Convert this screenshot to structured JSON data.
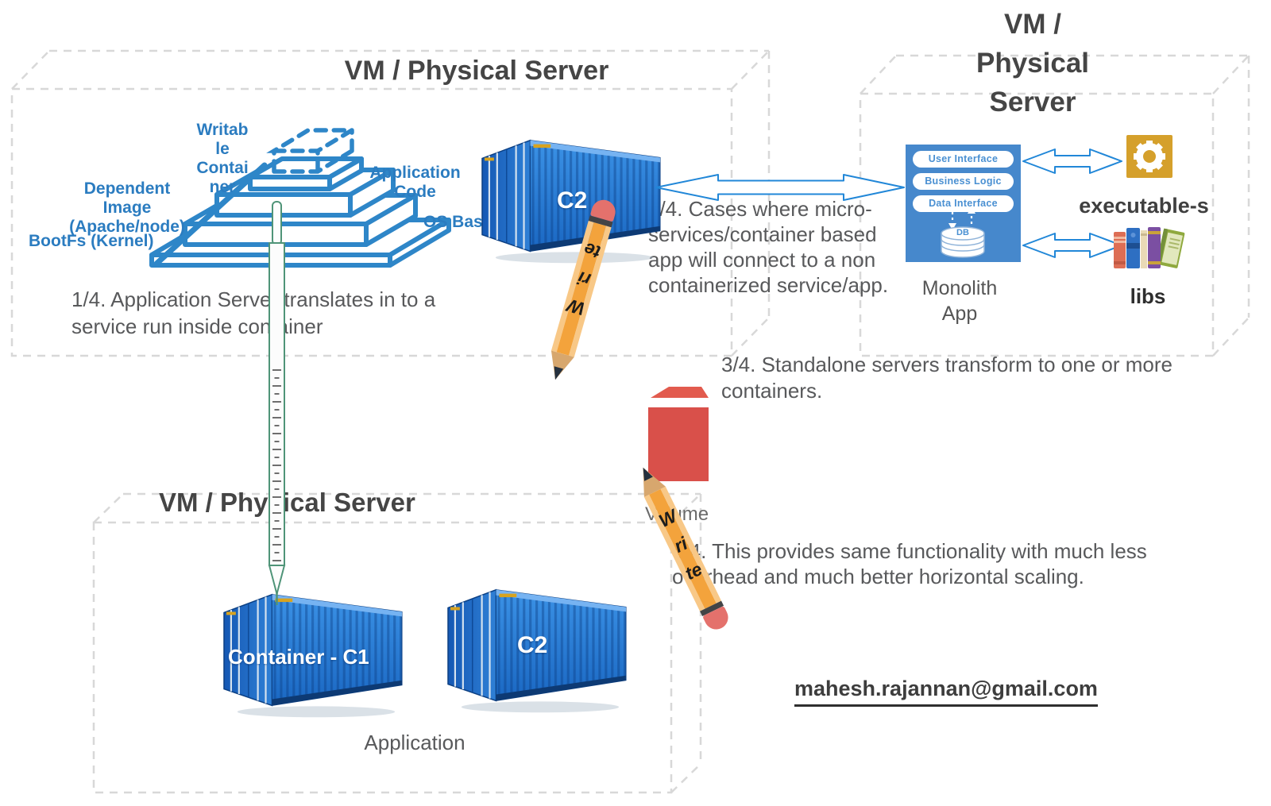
{
  "server_boxes": {
    "top_left": {
      "title": "VM / Physical Server"
    },
    "top_right": {
      "title_lines": [
        "VM /",
        "Physical",
        "Server"
      ]
    },
    "bottom": {
      "title": "VM / Physical Server",
      "application_label": "Application"
    }
  },
  "pyramid": {
    "writable_container_lines": [
      "Writab",
      "le",
      "Contai",
      "ner"
    ],
    "application_code_lines": [
      "Application",
      "Code"
    ],
    "dependent_image_lines": [
      "Dependent Image",
      "(Apache/node)"
    ],
    "bootfs_label": "BootFs (Kernel)",
    "os_base_label": "OS Base Image (Debian)"
  },
  "steps": {
    "step1_lines": [
      "1/4. Application Server translates in to a",
      "service run inside container"
    ],
    "step2_lines": [
      "2/4. Cases where micro-",
      "services/container based",
      "app will connect to a non",
      "containerized service/app."
    ],
    "step3_lines": [
      "3/4. Standalone servers transform to one or more",
      "containers."
    ],
    "step4_lines": [
      "4/4. This provides same functionality with much less",
      "overhead and much better horizontal scaling."
    ]
  },
  "containers": {
    "c2_top_label": "C2",
    "c1_label": "Container - C1",
    "c2_bottom_label": "C2"
  },
  "monolith": {
    "pills": [
      "User Interface",
      "Business Logic",
      "Data Interface"
    ],
    "db_label": "DB",
    "caption_lines": [
      "Monolith",
      "App"
    ]
  },
  "external": {
    "gear_caption": "executable-s",
    "books_caption": "libs"
  },
  "volume": {
    "label": "Volume"
  },
  "pencil": {
    "label": "Write",
    "label_lines": [
      "W",
      "ri",
      "te"
    ]
  },
  "contact_email": "mahesh.rajannan@gmail.com",
  "colors": {
    "diagram_blue": "#2e86c8",
    "label_blue": "#2b7cc0",
    "monolith_blue": "#4688cc",
    "arrow_blue": "#2187d8",
    "gear_gold": "#d5a02b",
    "volume_red": "#d9504a",
    "pencil_orange": "#f3a33c",
    "pipette_green": "#4f9478",
    "text_gray": "#58595b",
    "dashed_gray": "#d8d8d8"
  }
}
